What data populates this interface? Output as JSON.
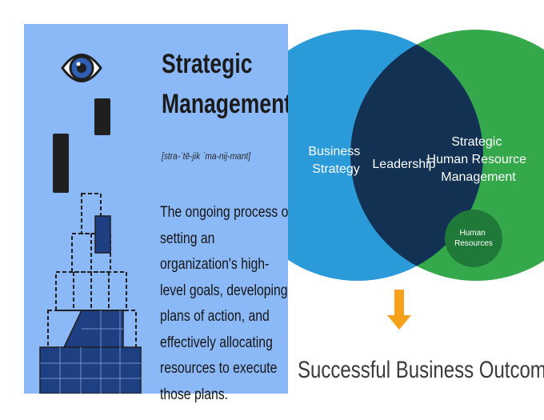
{
  "left_panel": {
    "title_line1": "Strategic",
    "title_line2": "Management",
    "pronunciation": "[stra-ˈtē-jik ˈma-nij-mant]",
    "definition": "The ongoing process of setting an organization's high-level goals, developing plans of action, and effectively allocating resources to execute those plans.",
    "icons": [
      "eye-icon",
      "block-pyramid-icon"
    ],
    "colors": {
      "background": "#8bb8f6",
      "blocks": "#1e3f82",
      "dark": "#1f1f1f"
    }
  },
  "venn": {
    "left_circle_label": "Business Strategy",
    "overlap_label": "Leadership",
    "right_circle_label": "Strategic Human Resource Management",
    "inner_circle_label": "Human Resources",
    "colors": {
      "left": "#2b9ad9",
      "overlap": "#123153",
      "right": "#34a84a",
      "inner": "#1f7a3a",
      "arrow": "#f5a11c"
    }
  },
  "outcome": "Successful Business Outcomes"
}
